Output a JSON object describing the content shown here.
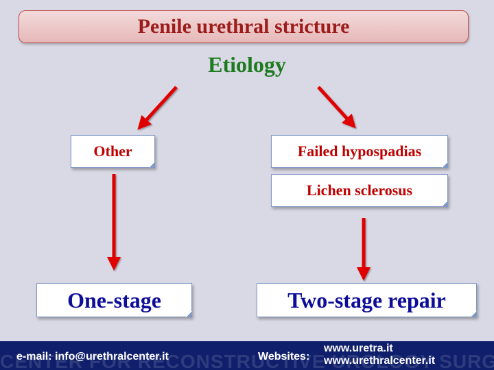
{
  "title": "Penile urethral stricture",
  "subtitle": "Etiology",
  "nodes": {
    "other": "Other",
    "failed_hypospadias": "Failed hypospadias",
    "lichen_sclerosus": "Lichen sclerosus",
    "one_stage": "One-stage",
    "two_stage": "Two-stage repair"
  },
  "footer": {
    "email": "e-mail: info@urethralcenter.it",
    "websites_label": "Websites:",
    "site1": "www.uretra.it",
    "site2": "www.urethralcenter.it",
    "watermark": "CENTER FOR RECONSTRUCTIVE UROLOGY SURGERY"
  },
  "colors": {
    "background": "#d9d9e6",
    "title_text": "#9c1c1c",
    "subtitle_text": "#1e7a1e",
    "node_text": "#c00000",
    "result_text": "#0d0d99",
    "arrow": "#e00000",
    "footer_bg": "#0f1f6b"
  }
}
